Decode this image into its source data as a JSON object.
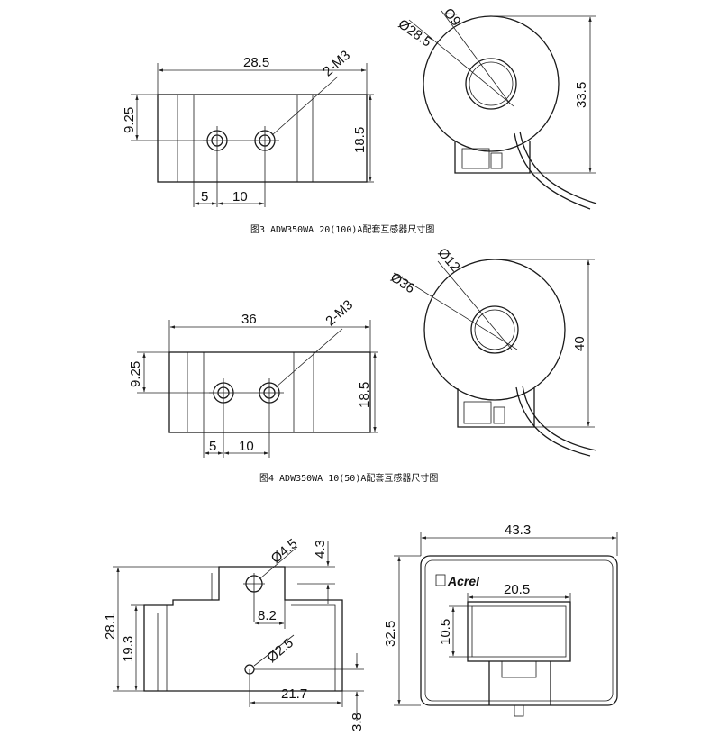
{
  "figure3": {
    "caption": "图3 ADW350WA 20(100)A配套互感器尺寸图",
    "front": {
      "width": "28.5",
      "hole_label": "2-M3",
      "hole_offset": "9.25",
      "height": "18.5",
      "hole_x1": "5",
      "hole_pitch": "10"
    },
    "side": {
      "outer_dia": "Ø28.5",
      "inner_dia": "Ø9",
      "height": "33.5"
    }
  },
  "figure4": {
    "caption": "图4 ADW350WA 10(50)A配套互感器尺寸图",
    "front": {
      "width": "36",
      "hole_label": "2-M3",
      "hole_offset": "9.25",
      "height": "18.5",
      "hole_x1": "5",
      "hole_pitch": "10"
    },
    "side": {
      "outer_dia": "Ø36",
      "inner_dia": "Ø12",
      "height": "40"
    }
  },
  "figure5": {
    "profile": {
      "hole_dia": "Ø4.5",
      "top_offset": "4.3",
      "total_height": "28.1",
      "inner_height": "19.3",
      "hole_spacing": "8.2",
      "small_hole_dia": "Ø2.5",
      "bottom_width": "21.7",
      "bottom_offset": "3.8"
    },
    "front": {
      "width": "43.3",
      "height": "32.5",
      "window_width": "20.5",
      "window_height": "10.5",
      "logo": "Acrel"
    }
  }
}
